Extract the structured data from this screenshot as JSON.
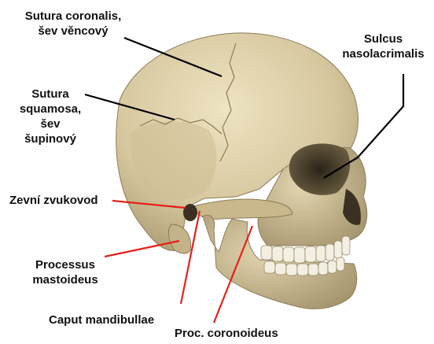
{
  "labels": {
    "sutura_coronalis": "Sutura coronalis,\nšev věncový",
    "sulcus_nasolacrimalis": "Sulcus\nnasolacrimalis",
    "sutura_squamosa": "Sutura\nsquamosa,\nšev\nšupinový",
    "zevni_zvukovod": "Zevní zvukovod",
    "processus_mastoideus": "Processus\nmastoideus",
    "caput_mandibulae": "Caput mandibullae",
    "proc_coronoideus": "Proc. coronoideus"
  },
  "colors": {
    "bone": "#d9cba4",
    "bone_shadow": "#a8976e",
    "black_pointer": "#000000",
    "red_pointer": "#e8201a"
  }
}
